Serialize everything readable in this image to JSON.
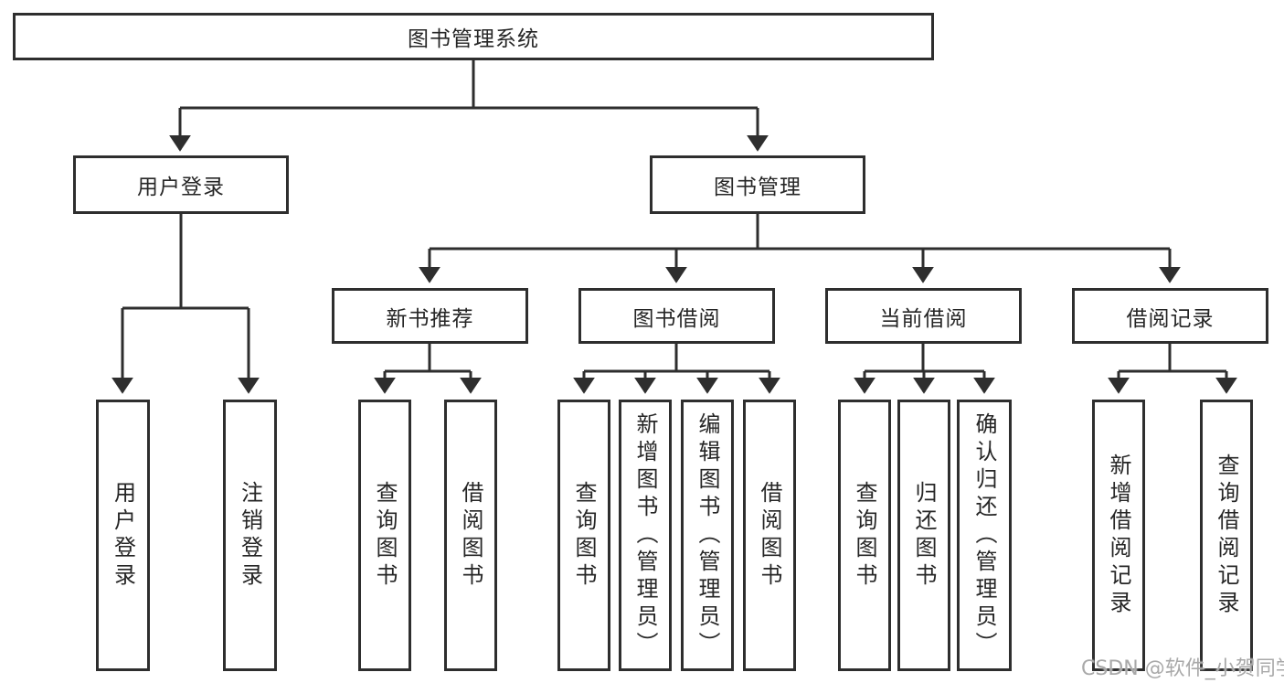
{
  "diagram": {
    "kind": "hierarchy-tree",
    "nodes": {
      "root": {
        "label": "图书管理系统"
      },
      "user_login": {
        "label": "用户登录"
      },
      "book_mgmt": {
        "label": "图书管理"
      },
      "user_login_act": {
        "label": "用户登录"
      },
      "logout_act": {
        "label": "注销登录"
      },
      "new_book_rec": {
        "label": "新书推荐"
      },
      "book_borrow": {
        "label": "图书借阅"
      },
      "current_borrow": {
        "label": "当前借阅"
      },
      "borrow_records": {
        "label": "借阅记录"
      },
      "nb_query": {
        "label": "查询图书"
      },
      "nb_borrow": {
        "label": "借阅图书"
      },
      "bb_query": {
        "label": "查询图书"
      },
      "bb_add": {
        "label": "新增图书（管理员）"
      },
      "bb_edit": {
        "label": "编辑图书（管理员）"
      },
      "bb_borrow": {
        "label": "借阅图书"
      },
      "cb_query": {
        "label": "查询图书"
      },
      "cb_return": {
        "label": "归还图书"
      },
      "cb_confirm": {
        "label": "确认归还（管理员）"
      },
      "br_add": {
        "label": "新增借阅记录"
      },
      "br_query": {
        "label": "查询借阅记录"
      }
    },
    "edges": [
      [
        "root",
        "user_login"
      ],
      [
        "root",
        "book_mgmt"
      ],
      [
        "user_login",
        "user_login_act"
      ],
      [
        "user_login",
        "logout_act"
      ],
      [
        "book_mgmt",
        "new_book_rec"
      ],
      [
        "book_mgmt",
        "book_borrow"
      ],
      [
        "book_mgmt",
        "current_borrow"
      ],
      [
        "book_mgmt",
        "borrow_records"
      ],
      [
        "new_book_rec",
        "nb_query"
      ],
      [
        "new_book_rec",
        "nb_borrow"
      ],
      [
        "book_borrow",
        "bb_query"
      ],
      [
        "book_borrow",
        "bb_add"
      ],
      [
        "book_borrow",
        "bb_edit"
      ],
      [
        "book_borrow",
        "bb_borrow"
      ],
      [
        "current_borrow",
        "cb_query"
      ],
      [
        "current_borrow",
        "cb_return"
      ],
      [
        "current_borrow",
        "cb_confirm"
      ],
      [
        "borrow_records",
        "br_add"
      ],
      [
        "borrow_records",
        "br_query"
      ]
    ]
  },
  "watermark": {
    "text": "CSDN @软件_小贺同学"
  },
  "colors": {
    "line_color": "#2e2e2e",
    "text_color": "#262626",
    "bg_color": "#ffffff",
    "watermark_color": "#a9a9a9"
  }
}
